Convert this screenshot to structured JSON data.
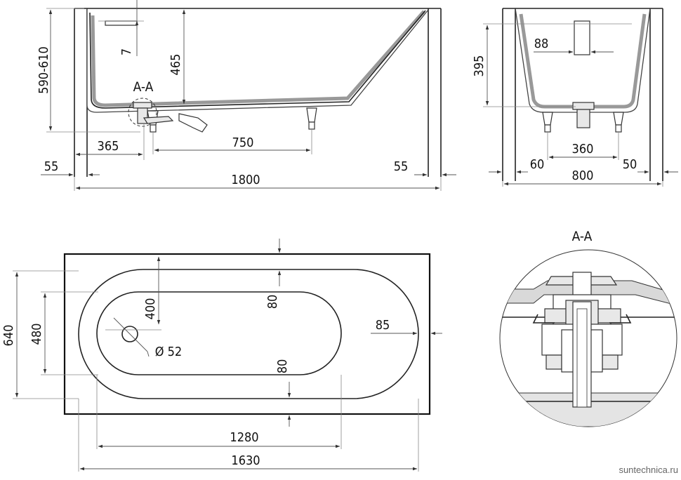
{
  "dimensions": {
    "side_height": "590-610",
    "side_overflow_offset": "7",
    "side_inner_depth": "465",
    "section_label_top": "A-A",
    "side_drain_offset": "365",
    "side_feet_spacing": "750",
    "side_left_margin": "55",
    "side_right_margin": "55",
    "side_total_length": "1800",
    "end_depth": "395",
    "end_overflow_width": "88",
    "end_feet_spacing": "360",
    "end_left_margin": "60",
    "end_right_margin": "50",
    "end_total_width": "800",
    "top_total_width": "640",
    "top_inner_width": "480",
    "top_drain_offset": "400",
    "top_rim_upper": "80",
    "top_rim_lower": "80",
    "top_rim_end": "85",
    "drain_diameter": "Ø 52",
    "top_inner_length": "1280",
    "top_total_length": "1630",
    "section_label_detail": "A-A"
  },
  "watermark": "suntechnica.ru"
}
